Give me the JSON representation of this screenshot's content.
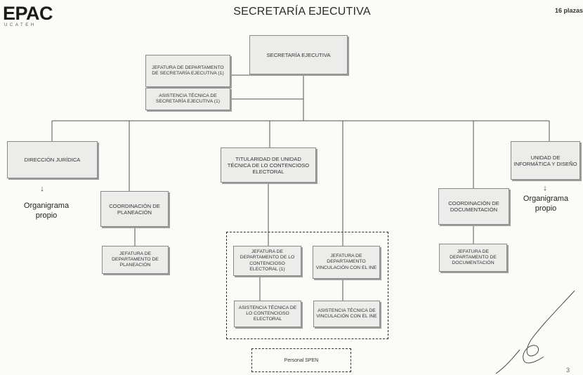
{
  "header": {
    "logo_text": "EPAC",
    "logo_subtext": "UCATEH",
    "title": "SECRETARÍA EJECUTIVA",
    "plazas": "16 plazas"
  },
  "boxes": {
    "secretaria": "SECRETARÍA EJECUTIVA",
    "jefatura_se": "JEFATURA DE DEPARTAMENTO DE SECRETARÍA EJECUTIVA (1)",
    "asistencia_se": "ASISTENCIA TÉCNICA DE SECRETARÍA EJECUTIVA (1)",
    "direccion_juridica": "DIRECCIÓN JURÍDICA",
    "coord_planeacion": "COORDINACIÓN DE PLANEACIÓN",
    "jefatura_planeacion": "JEFATURA DE DEPARTAMENTO DE PLANEACIÓN",
    "titularidad": "TITULARIDAD DE UNIDAD TÉCNICA DE LO CONTENCIOSO ELECTORAL",
    "jefatura_contencioso": "JEFATURA DE DEPARTAMENTO DE LO CONTENCIOSO ELECTORAL (1)",
    "jefatura_vinculacion": "JEFATURA DE DEPARTAMENTO VINCULACIÓN CON EL INE",
    "asistencia_contencioso": "ASISTENCIA TÉCNICA DE LO CONTENCIOSO ELECTORAL",
    "asistencia_vinculacion": "ASISTENCIA TÉCNICA DE VINCULACIÓN CON EL INE",
    "coord_documentacion": "COORDINACIÓN DE DOCUMENTACIÓN",
    "jefatura_documentacion": "JEFATURA DE DEPARTAMENTO DE DOCUMENTACIÓN",
    "unidad_informatica": "UNIDAD DE INFORMÁTICA Y DISEÑO"
  },
  "notes": {
    "organigrama_left": "Organigrama propio",
    "organigrama_right": "Organigrama propio",
    "arrow_glyph": "↓",
    "personal_spen": "Personal SPEN",
    "page_number": "3"
  },
  "colors": {
    "box_fill": "#ececea",
    "box_border": "#8a8a8a",
    "line_color": "#555555"
  }
}
